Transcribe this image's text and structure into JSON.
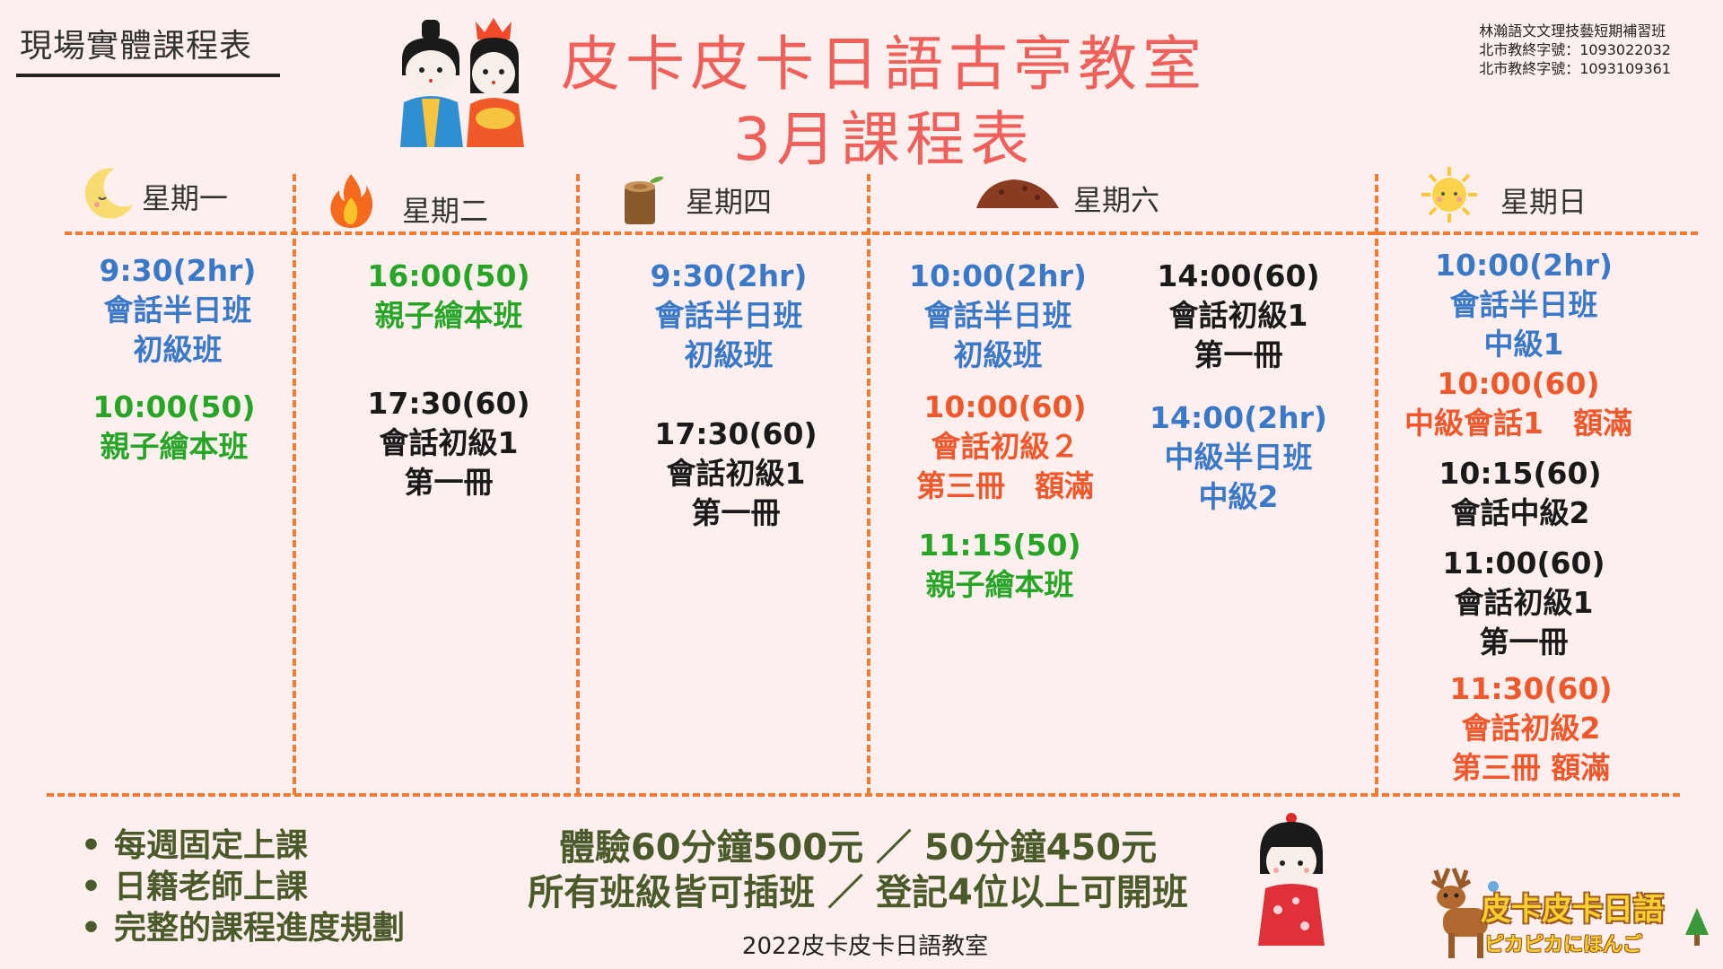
{
  "header": {
    "corner_label": "現場實體課程表",
    "title": "皮卡皮卡日語古亭教室",
    "subtitle": "3月課程表",
    "license": [
      "林瀚語文文理技藝短期補習班",
      "北市教終字號：1093022032",
      "北市教終字號：1093109361"
    ]
  },
  "days": {
    "mon": "星期一",
    "tue": "星期二",
    "thu": "星期四",
    "sat": "星期六",
    "sun": "星期日"
  },
  "classes": {
    "mon": [
      {
        "time": "9:30(2hr)",
        "name": "會話半日班",
        "level": "初級班"
      },
      {
        "time": "10:00(50)",
        "name": "親子繪本班"
      }
    ],
    "tue": [
      {
        "time": "16:00(50)",
        "name": "親子繪本班"
      },
      {
        "time": "17:30(60)",
        "name": "會話初級1",
        "level": "第一冊"
      }
    ],
    "thu": [
      {
        "time": "9:30(2hr)",
        "name": "會話半日班",
        "level": "初級班"
      },
      {
        "time": "17:30(60)",
        "name": "會話初級1",
        "level": "第一冊"
      }
    ],
    "sat_a": [
      {
        "time": "10:00(2hr)",
        "name": "會話半日班",
        "level": "初級班"
      },
      {
        "time": "10:00(60)",
        "name": "會話初級２",
        "level": "第三冊　額滿"
      },
      {
        "time": "11:15(50)",
        "name": "親子繪本班"
      }
    ],
    "sat_b": [
      {
        "time": "14:00(60)",
        "name": "會話初級1",
        "level": "第一冊"
      },
      {
        "time": "14:00(2hr)",
        "name": "中級半日班",
        "level": "中級2"
      }
    ],
    "sun": [
      {
        "time": "10:00(2hr)",
        "name": "會話半日班",
        "level": "中級1"
      },
      {
        "time": "10:00(60)",
        "name": "中級會話1　額滿"
      },
      {
        "time": "10:15(60)",
        "name": "會話中級2"
      },
      {
        "time": "11:00(60)",
        "name": "會話初級1",
        "level": "第一冊"
      },
      {
        "time": "11:30(60)",
        "name": "會話初級2",
        "level": "第三冊 額滿"
      }
    ]
  },
  "bullets": [
    "每週固定上課",
    "日籍老師上課",
    "完整的課程進度規劃"
  ],
  "price_line1": "體驗60分鐘500元 ／ 50分鐘450元",
  "price_line2": "所有班級皆可插班 ／ 登記4位以上可開班",
  "footer": "2022皮卡皮卡日語教室",
  "logo": {
    "line1": "皮卡皮卡日語",
    "line2": "ピカピカにほんご"
  },
  "colors": {
    "accent": "#f0605a",
    "dash": "#f07a30",
    "blue": "#3a78c8",
    "green": "#26a526",
    "orange": "#f0582c"
  }
}
